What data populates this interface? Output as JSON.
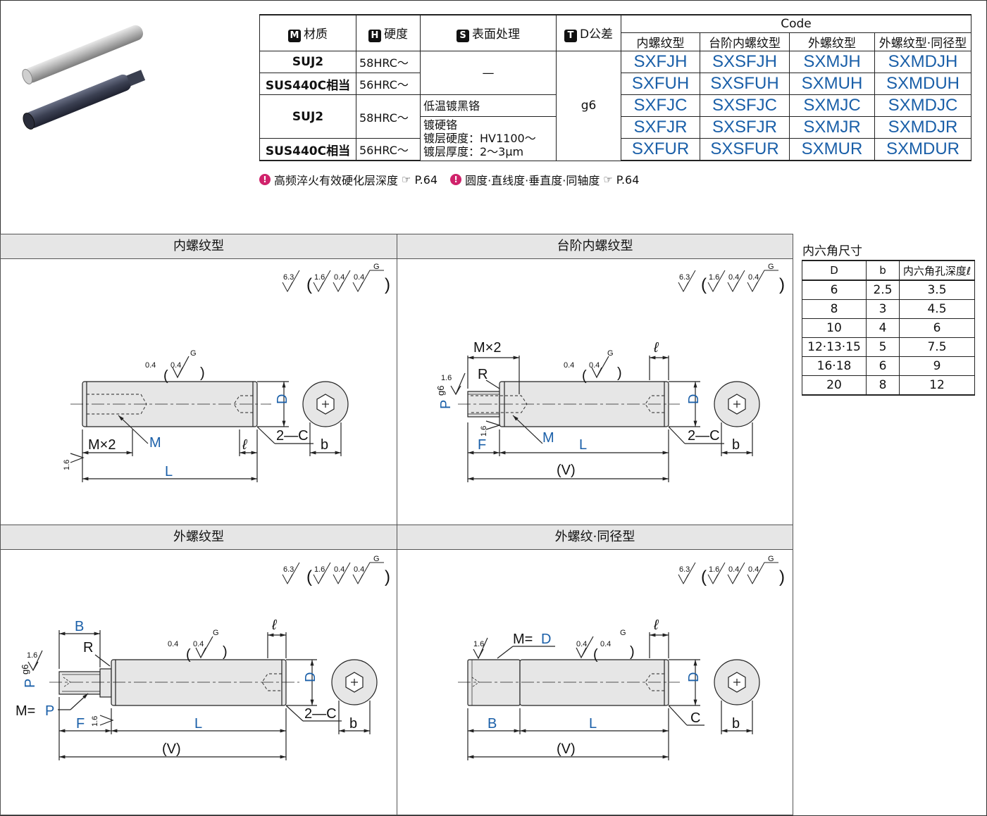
{
  "spec_table": {
    "headers": {
      "material": "材质",
      "hardness": "硬度",
      "surface": "表面处理",
      "tolerance": "D公差",
      "code": "Code",
      "badges": {
        "material": "M",
        "hardness": "H",
        "surface": "S",
        "tolerance": "T"
      },
      "code_types": [
        "内螺纹型",
        "台阶内螺纹型",
        "外螺纹型",
        "外螺纹型·同径型"
      ]
    },
    "materials": [
      "SUJ2",
      "SUS440C相当",
      "SUJ2",
      "SUS440C相当"
    ],
    "hardness": [
      "58HRC～",
      "56HRC～",
      "58HRC～",
      "56HRC～"
    ],
    "surface": {
      "none": "—",
      "black_chrome": "低温镀黑铬",
      "hard_chrome_1": "镀硬铬",
      "hard_chrome_2": "镀层硬度：HV1100～",
      "hard_chrome_3": "镀层厚度：2～3μm"
    },
    "tolerance": "g6",
    "codes": [
      [
        "SXFJH",
        "SXSFJH",
        "SXMJH",
        "SXMDJH"
      ],
      [
        "SXFUH",
        "SXSFUH",
        "SXMUH",
        "SXMDUH"
      ],
      [
        "SXFJC",
        "SXSFJC",
        "SXMJC",
        "SXMDJC"
      ],
      [
        "SXFJR",
        "SXSFJR",
        "SXMJR",
        "SXMDJR"
      ],
      [
        "SXFUR",
        "SXSFUR",
        "SXMUR",
        "SXMDUR"
      ]
    ]
  },
  "notes": {
    "note1": "高频淬火有效硬化层深度",
    "note1_ref": "P.64",
    "note2": "圆度·直线度·垂直度·同轴度",
    "note2_ref": "P.64"
  },
  "panels": {
    "p1_title": "内螺纹型",
    "p2_title": "台阶内螺纹型",
    "p3_title": "外螺纹型",
    "p4_title": "外螺纹·同径型"
  },
  "drawing_labels": {
    "rough_63": "6.3",
    "rough_16": "1.6",
    "rough_04": "0.4",
    "rough_G": "G",
    "open_paren": "(",
    "close_paren": ")",
    "M": "M",
    "Mx2": "M×2",
    "L": "L",
    "D": "D",
    "b": "b",
    "ell": "ℓ",
    "two_C": "2—C",
    "C": "C",
    "R": "R",
    "P": "P",
    "g6": "g6",
    "F": "F",
    "B": "B",
    "V": "(V)",
    "M_eq": "M=",
    "M_eq_P_P": "P",
    "M_eq_D_D": "D"
  },
  "hex_table": {
    "title": "内六角尺寸",
    "headers": [
      "D",
      "b",
      "内六角孔深度ℓ"
    ],
    "rows": [
      [
        "6",
        "2.5",
        "3.5"
      ],
      [
        "8",
        "3",
        "4.5"
      ],
      [
        "10",
        "4",
        "6"
      ],
      [
        "12·13·15",
        "5",
        "7.5"
      ],
      [
        "16·18",
        "6",
        "9"
      ],
      [
        "20",
        "8",
        "12"
      ]
    ]
  },
  "colors": {
    "code_blue": "#1a5fa8",
    "note_pink": "#d0226b",
    "panel_header": "#e6e6e6"
  }
}
